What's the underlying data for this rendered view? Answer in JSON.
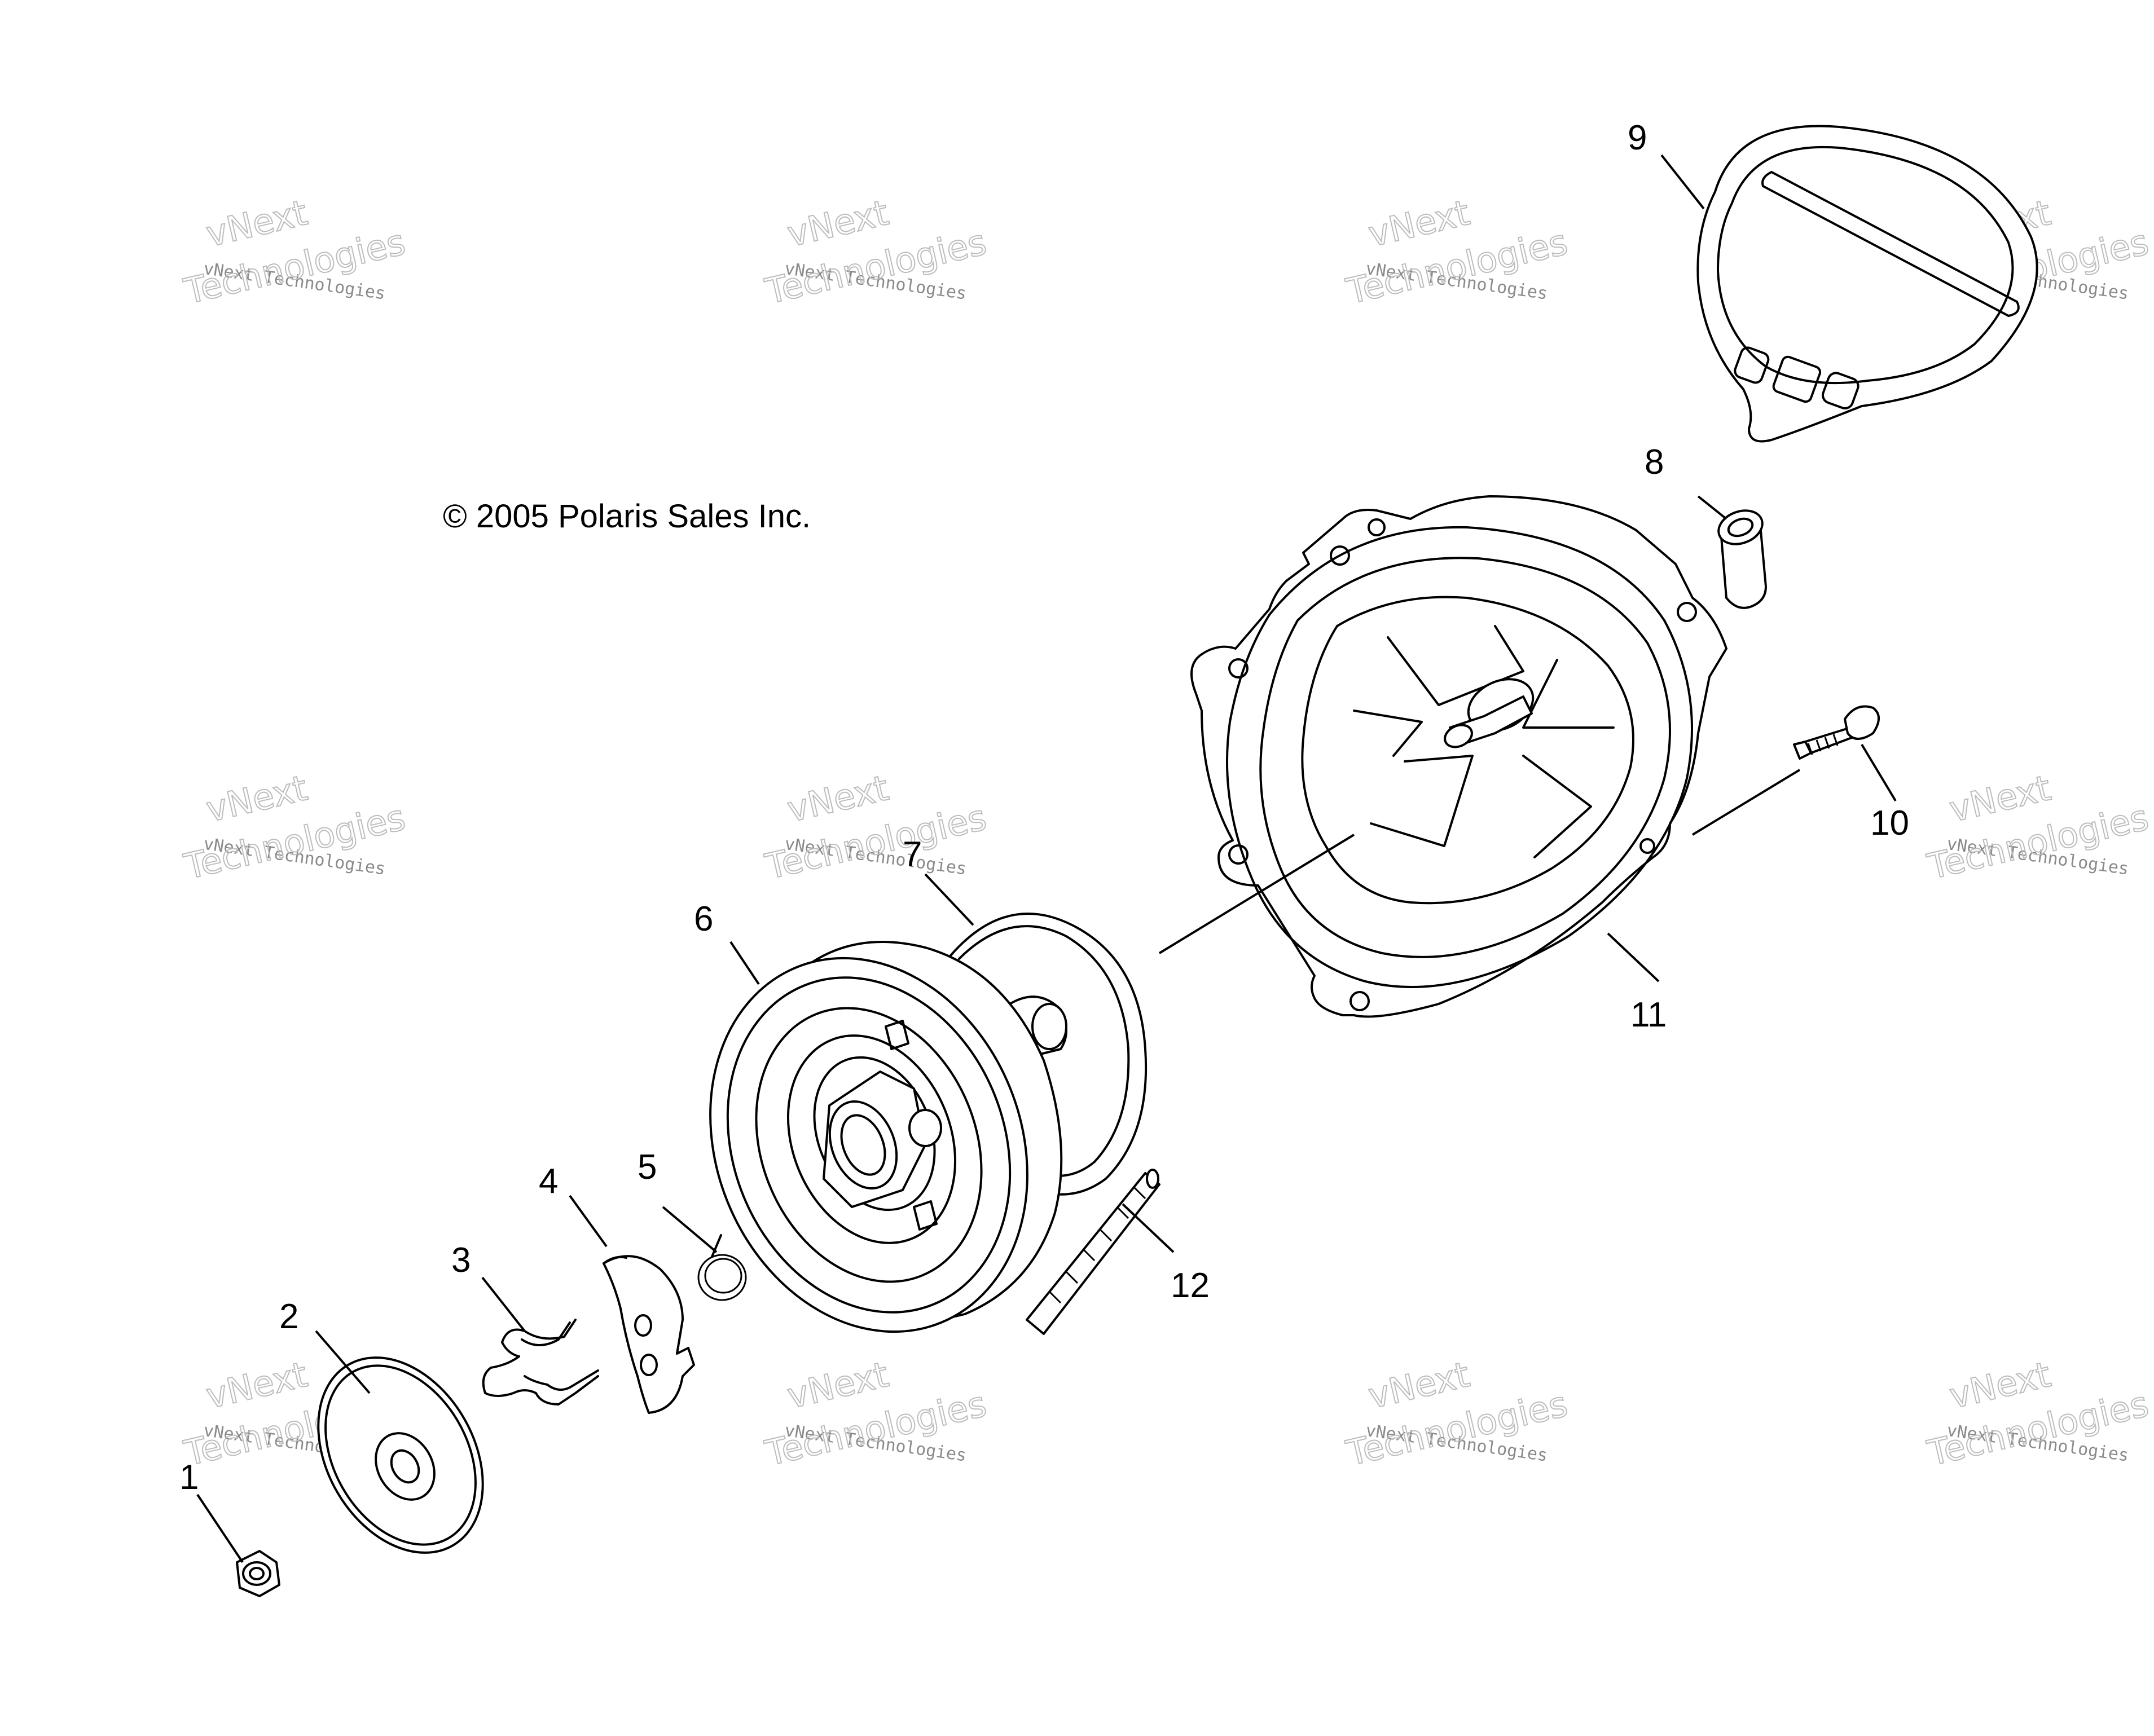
{
  "copyright": "© 2005 Polaris Sales Inc.",
  "watermark": {
    "line1": "vNext Technologies",
    "line2": "vNext",
    "line3": "Technologies"
  },
  "parts": [
    {
      "id": "part-1",
      "label": "1"
    },
    {
      "id": "part-2",
      "label": "2"
    },
    {
      "id": "part-3",
      "label": "3"
    },
    {
      "id": "part-4",
      "label": "4"
    },
    {
      "id": "part-5",
      "label": "5"
    },
    {
      "id": "part-6",
      "label": "6"
    },
    {
      "id": "part-7",
      "label": "7"
    },
    {
      "id": "part-8",
      "label": "8"
    },
    {
      "id": "part-9",
      "label": "9"
    },
    {
      "id": "part-10",
      "label": "10"
    },
    {
      "id": "part-11",
      "label": "11"
    },
    {
      "id": "part-12",
      "label": "12"
    }
  ]
}
